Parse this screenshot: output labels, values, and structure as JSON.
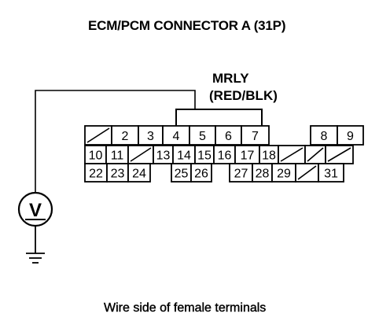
{
  "title": "ECM/PCM CONNECTOR A (31P)",
  "callout": {
    "line1": "MRLY",
    "line2": "(RED/BLK)"
  },
  "caption": "Wire side of female terminals",
  "meter": {
    "symbol": "V"
  },
  "connector": {
    "rows": [
      [
        {
          "label": "",
          "empty": true
        },
        {
          "label": "2"
        },
        {
          "label": "3"
        },
        {
          "label": "4"
        },
        {
          "label": "5"
        },
        {
          "label": "6"
        },
        {
          "label": "7"
        },
        {
          "gap": true
        },
        {
          "label": "8"
        },
        {
          "label": "9"
        }
      ],
      [
        {
          "label": "10"
        },
        {
          "label": "11"
        },
        {
          "label": "",
          "empty": true
        },
        {
          "label": "13"
        },
        {
          "label": "14"
        },
        {
          "label": "15"
        },
        {
          "label": "16"
        },
        {
          "label": "17"
        },
        {
          "label": "18"
        },
        {
          "label": "",
          "empty": true
        },
        {
          "label": "",
          "empty": true
        },
        {
          "label": "",
          "empty": true
        }
      ],
      [
        {
          "label": "22"
        },
        {
          "label": "23"
        },
        {
          "label": "24"
        },
        {
          "gap": true
        },
        {
          "label": "25"
        },
        {
          "label": "26"
        },
        {
          "gap": true
        },
        {
          "label": "27"
        },
        {
          "label": "28"
        },
        {
          "label": "29"
        },
        {
          "label": "",
          "empty": true
        },
        {
          "label": "31"
        }
      ]
    ]
  }
}
